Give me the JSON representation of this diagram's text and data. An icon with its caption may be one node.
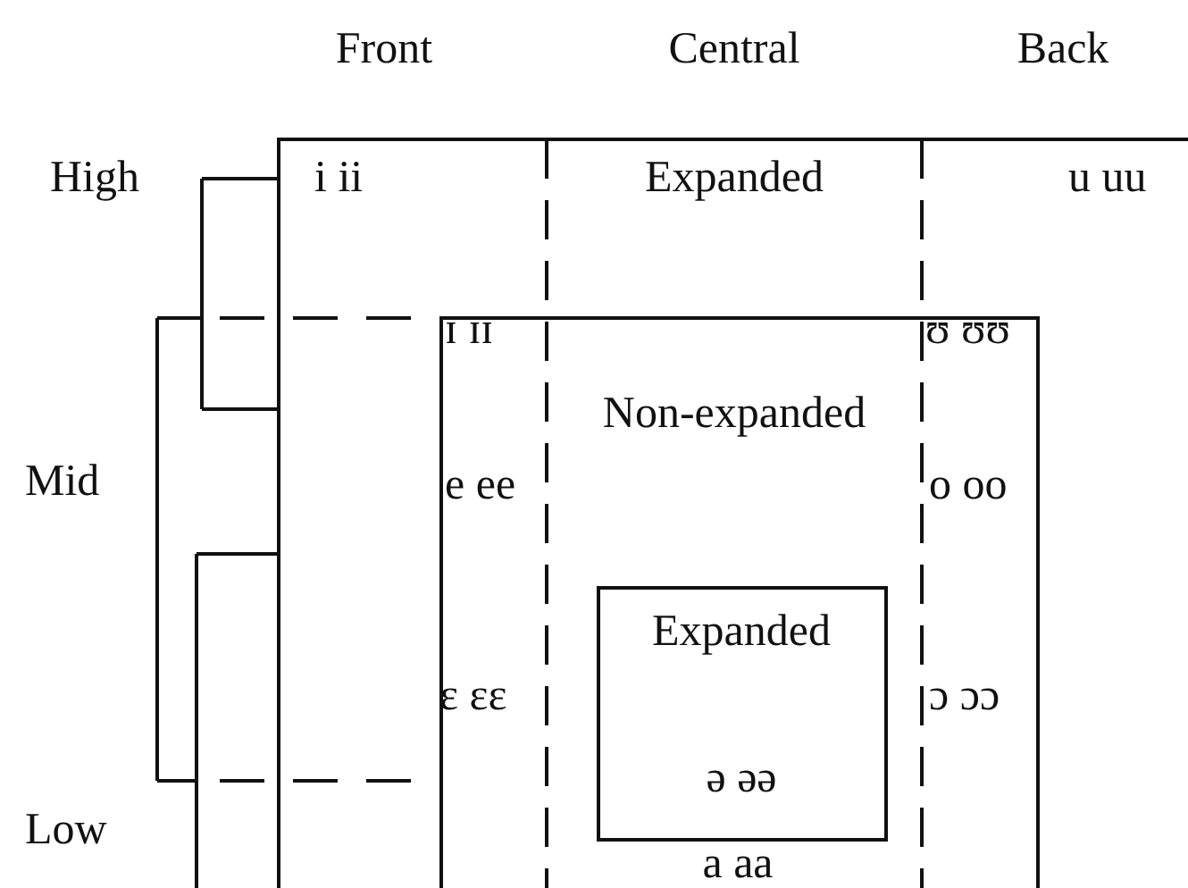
{
  "diagram": {
    "nodes": [
      {
        "text": [
          "i ii",
          "Expanded",
          "u uu"
        ]
      },
      {
        "text": [
          "ɪ ɪɪ",
          "ʊ ʊʊ",
          "Non-expanded",
          "e ee",
          "o oo",
          "ɛ ɛɛ",
          "ɔ ɔɔ",
          "a aa"
        ],
        "in": 0
      },
      {
        "text": [
          "Expanded",
          "ə əə"
        ],
        "in": 1
      }
    ],
    "edges": [],
    "labels": [
      "Front",
      "Central",
      "Back",
      "High",
      "Mid",
      "Low"
    ]
  }
}
